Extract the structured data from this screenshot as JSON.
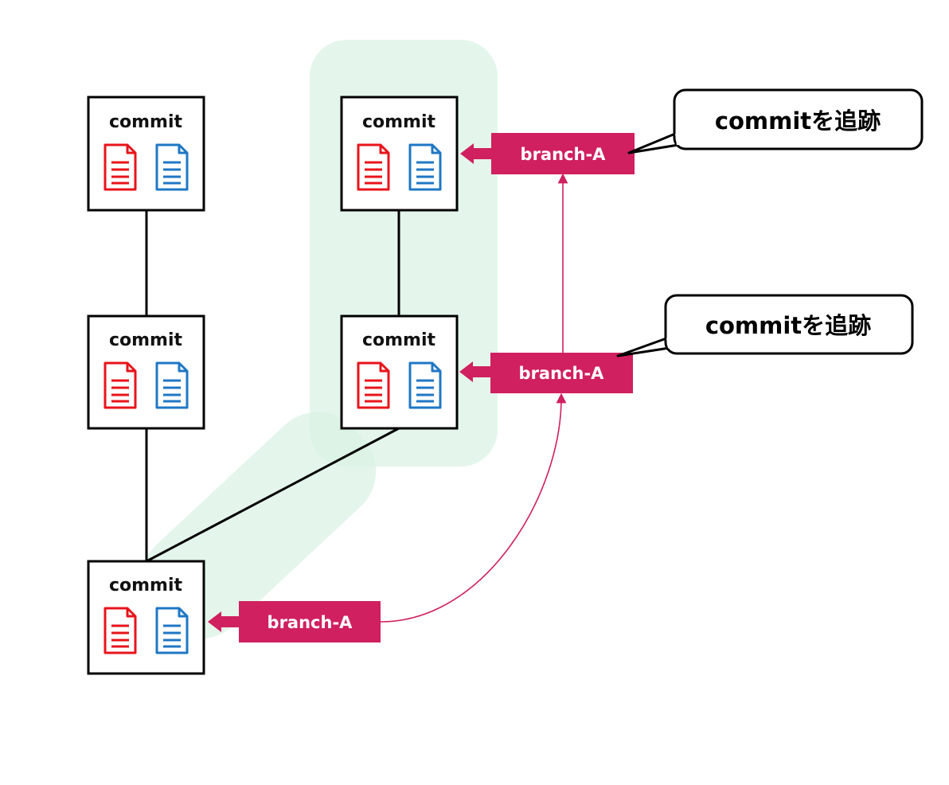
{
  "colors": {
    "highlight": "#d8f2e2",
    "branch": "#d0205f",
    "file_red": "#e8141b",
    "file_blue": "#1f77c4",
    "line": "#000000"
  },
  "commits": [
    {
      "id": "c1",
      "label": "commit"
    },
    {
      "id": "c2",
      "label": "commit"
    },
    {
      "id": "c3",
      "label": "commit"
    },
    {
      "id": "c4",
      "label": "commit"
    },
    {
      "id": "c5",
      "label": "commit"
    }
  ],
  "branches": [
    {
      "id": "b-top",
      "label": "branch-A"
    },
    {
      "id": "b-mid",
      "label": "branch-A"
    },
    {
      "id": "b-low",
      "label": "branch-A"
    }
  ],
  "callouts": [
    {
      "id": "callout-top",
      "text": "commitを追跡"
    },
    {
      "id": "callout-mid",
      "text": "commitを追跡"
    }
  ],
  "icons": [
    "document-red-icon",
    "document-blue-icon"
  ]
}
